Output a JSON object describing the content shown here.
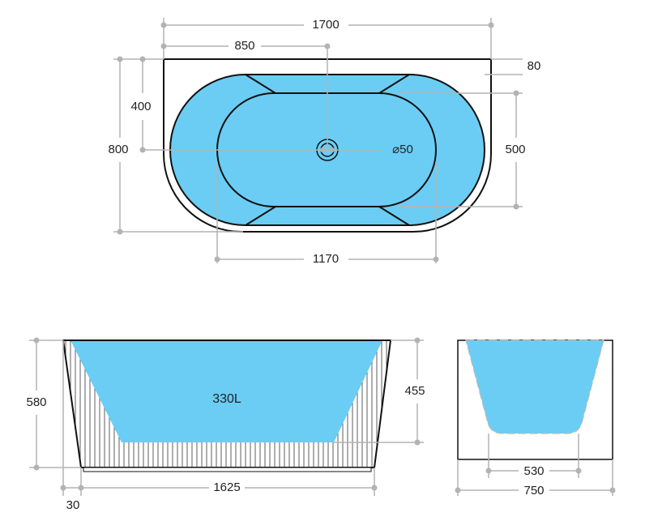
{
  "colors": {
    "water": "#6bcdf4",
    "dimension": "#b3b3b5",
    "outline": "#111111"
  },
  "top_view": {
    "overall_length": "1700",
    "half_length": "850",
    "drain_offset": "400",
    "overall_width": "800",
    "rim_width": "80",
    "inner_width": "500",
    "inner_length": "1170",
    "drain_diameter": "⌀50"
  },
  "side_view": {
    "height": "580",
    "inner_depth": "455",
    "capacity": "330L",
    "base_length": "1625",
    "plinth_offset": "30"
  },
  "end_view": {
    "inner_width": "530",
    "overall_width": "750"
  }
}
